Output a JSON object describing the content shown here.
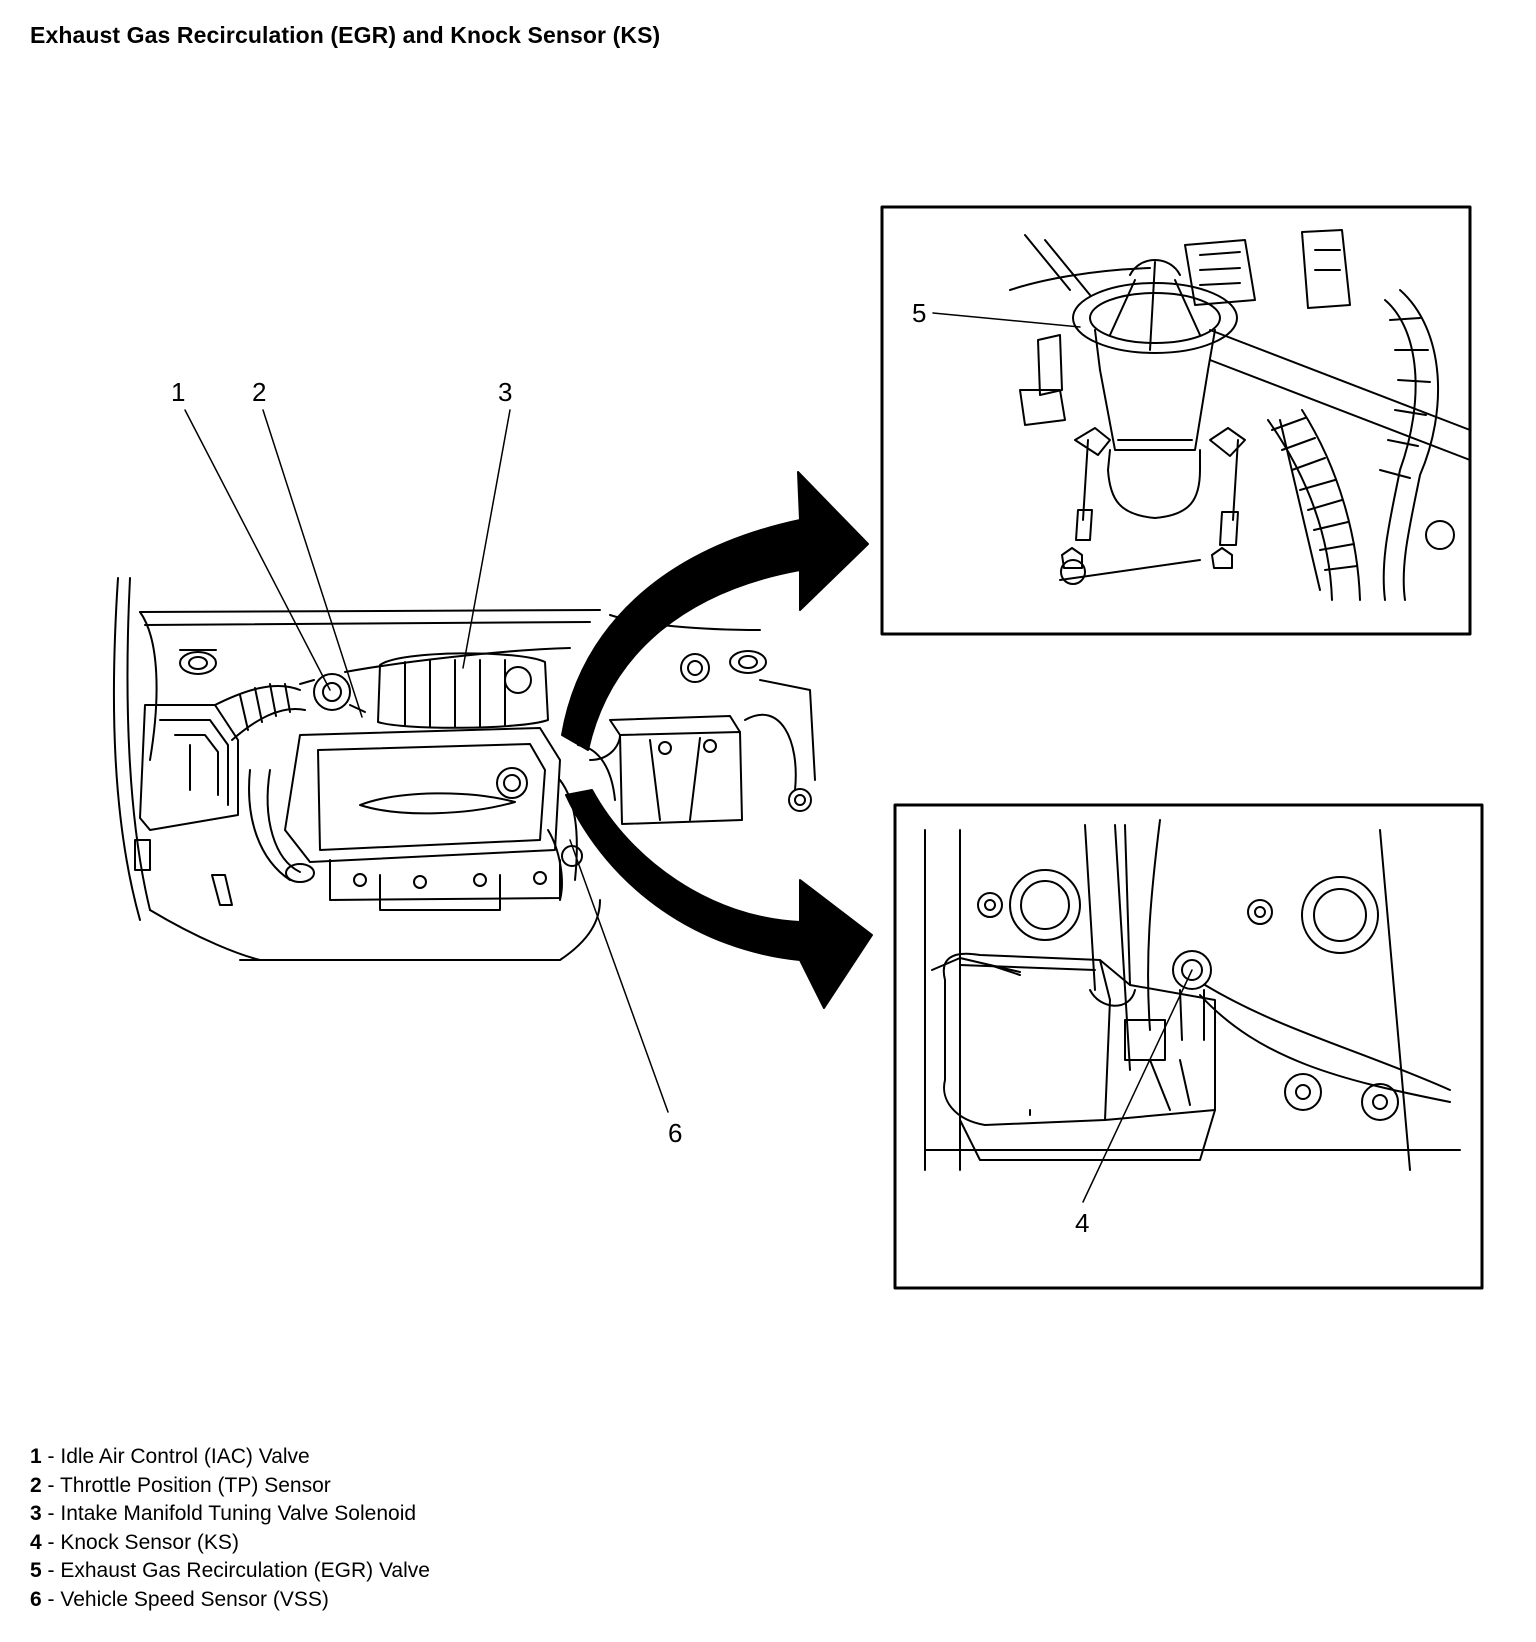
{
  "title": "Exhaust Gas Recirculation (EGR) and Knock Sensor (KS)",
  "callouts": [
    "1",
    "2",
    "3",
    "4",
    "5",
    "6"
  ],
  "legend": [
    {
      "num": "1",
      "sep": " - ",
      "text": "Idle Air Control (IAC) Valve"
    },
    {
      "num": "2",
      "sep": " - ",
      "text": "Throttle Position (TP) Sensor"
    },
    {
      "num": "3",
      "sep": " - ",
      "text": "Intake Manifold Tuning Valve Solenoid"
    },
    {
      "num": "4",
      "sep": " - ",
      "text": "Knock Sensor (KS)"
    },
    {
      "num": "5",
      "sep": " - ",
      "text": "Exhaust Gas Recirculation (EGR) Valve"
    },
    {
      "num": "6",
      "sep": " - ",
      "text": "Vehicle Speed Sensor (VSS)"
    }
  ]
}
